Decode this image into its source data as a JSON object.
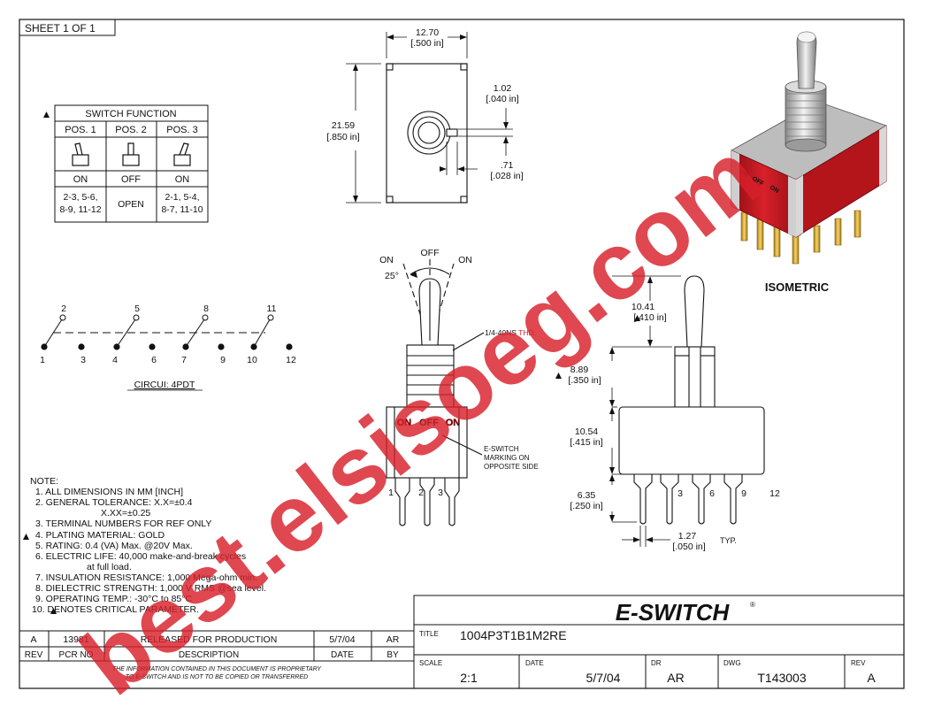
{
  "sheet_label": "SHEET 1 OF 1",
  "switch_function": {
    "header": "SWITCH FUNCTION",
    "positions": [
      "POS. 1",
      "POS. 2",
      "POS. 3"
    ],
    "states": [
      "ON",
      "OFF",
      "ON"
    ],
    "connections": [
      [
        "2-3, 5-6,",
        "8-9, 11-12"
      ],
      [
        "OPEN"
      ],
      [
        "2-1, 5-4,",
        "8-7, 11-10"
      ]
    ]
  },
  "circuit": {
    "top_pins": [
      "2",
      "5",
      "8",
      "11"
    ],
    "bottom_pins": [
      "1",
      "3",
      "4",
      "6",
      "7",
      "9",
      "10",
      "12"
    ],
    "label": "CIRCUI: 4PDT"
  },
  "dimensions": {
    "top_width": [
      "12.70",
      "[.500 in]"
    ],
    "top_height": [
      "21.59",
      "[.850 in]"
    ],
    "slot_width": [
      "1.02",
      "[.040 in]"
    ],
    "slot_offset": [
      ".71",
      "[.028 in]"
    ],
    "lever_height": [
      "10.41",
      "[.410 in]"
    ],
    "bushing_height": [
      "8.89",
      "[.350 in]"
    ],
    "body_height": [
      "10.54",
      "[.415 in]"
    ],
    "terminal_length": [
      "6.35",
      "[.250 in]"
    ],
    "terminal_spacing": [
      "1.27",
      "[.050 in]"
    ],
    "typ": "TYP."
  },
  "front_view": {
    "on_left": "ON",
    "off": "OFF",
    "on_right": "ON",
    "angle": "25°",
    "thread": [
      "1/4-40NS",
      "THD."
    ],
    "marking_note": [
      "E-SWITCH",
      "MARKING ON",
      "OPPOSITE SIDE"
    ],
    "body_marks": [
      "ON",
      "OFF",
      "ON"
    ],
    "pins": [
      "1",
      "2",
      "3"
    ]
  },
  "side_view": {
    "pins": [
      "3",
      "6",
      "9",
      "12"
    ]
  },
  "isometric": {
    "label": "ISOMETRIC",
    "marks": [
      "ON",
      "OFF",
      "ON"
    ]
  },
  "notes": {
    "heading": "NOTE:",
    "items": [
      "1. ALL DIMENSIONS IN MM [INCH]",
      "2. GENERAL TOLERANCE: X.X=±0.4",
      "X.XX=±0.25",
      "3. TERMINAL NUMBERS FOR REF ONLY",
      "4. PLATING MATERIAL: GOLD",
      "5. RATING: 0.4 (VA) Max. @20V Max.",
      "6. ELECTRIC LIFE: 40,000 make-and-break cycles",
      "at full load.",
      "7. INSULATION RESISTANCE: 1,000 Mega-ohm min.",
      "8. DIELECTRIC STRENGTH: 1,000 V RMS @sea level.",
      "9. OPERATING TEMP.: -30°C to 85°C",
      "10. DENOTES CRITICAL PARAMETER."
    ]
  },
  "revision_block": {
    "row": [
      "A",
      "13981",
      "RELEASED FOR PRODUCTION",
      "5/7/04",
      "AR"
    ],
    "header": [
      "REV",
      "PCR NO",
      "DESCRIPTION",
      "DATE",
      "BY"
    ],
    "disclaimer": [
      "THE INFORMATION CONTAINED IN THIS DOCUMENT IS PROPRIETARY",
      "TO E-SWITCH AND IS NOT TO BE COPIED OR TRANSFERRED"
    ]
  },
  "title_block": {
    "brand": "E-SWITCH",
    "reg": "®",
    "title_label": "TITLE",
    "title": "1004P3T1B1M2RE",
    "scale_label": "SCALE",
    "scale": "2:1",
    "date_label": "DATE",
    "date": "5/7/04",
    "dr_label": "DR",
    "dr": "AR",
    "dwg_label": "DWG",
    "dwg": "T143003",
    "rev_label": "REV",
    "rev": "A"
  },
  "watermark": "best.elsisoeg.com",
  "colors": {
    "line": "#111111",
    "watermark": "#d8202a",
    "body_red": "#c8171c",
    "gold": "#e0b43a"
  }
}
